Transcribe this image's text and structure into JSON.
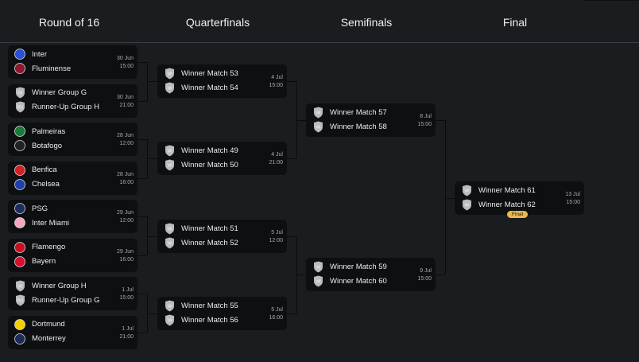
{
  "rounds": [
    "Round of 16",
    "Quarterfinals",
    "Semifinals",
    "Final"
  ],
  "colors": {
    "background": "#1a1d20",
    "card": "#0e0f11",
    "badge": "#e9b84a"
  },
  "round_of_16": [
    {
      "teams": [
        {
          "name": "Inter",
          "icon": "inter-crest-icon",
          "color": "#2b4fd6"
        },
        {
          "name": "Fluminense",
          "icon": "fluminense-crest-icon",
          "color": "#8a1a2e"
        }
      ],
      "date": "30 Jun",
      "time": "15:00"
    },
    {
      "teams": [
        {
          "name": "Winner Group G",
          "icon": "placeholder-shield-icon",
          "abbr": "WI"
        },
        {
          "name": "Runner-Up Group H",
          "icon": "placeholder-shield-icon",
          "abbr": "RU"
        }
      ],
      "date": "30 Jun",
      "time": "21:00"
    },
    {
      "teams": [
        {
          "name": "Palmeiras",
          "icon": "palmeiras-crest-icon",
          "color": "#1a7a3a"
        },
        {
          "name": "Botafogo",
          "icon": "botafogo-crest-icon",
          "color": "#222222"
        }
      ],
      "date": "28 Jun",
      "time": "12:00"
    },
    {
      "teams": [
        {
          "name": "Benfica",
          "icon": "benfica-crest-icon",
          "color": "#d0202a"
        },
        {
          "name": "Chelsea",
          "icon": "chelsea-crest-icon",
          "color": "#1e40a8"
        }
      ],
      "date": "28 Jun",
      "time": "16:00"
    },
    {
      "teams": [
        {
          "name": "PSG",
          "icon": "psg-crest-icon",
          "color": "#1c2d5e"
        },
        {
          "name": "Inter Miami",
          "icon": "inter-miami-crest-icon",
          "color": "#f3a8c0"
        }
      ],
      "date": "29 Jun",
      "time": "12:00"
    },
    {
      "teams": [
        {
          "name": "Flamengo",
          "icon": "flamengo-crest-icon",
          "color": "#c8101e"
        },
        {
          "name": "Bayern",
          "icon": "bayern-crest-icon",
          "color": "#d8102e"
        }
      ],
      "date": "29 Jun",
      "time": "16:00"
    },
    {
      "teams": [
        {
          "name": "Winner Group H",
          "icon": "placeholder-shield-icon",
          "abbr": "WI"
        },
        {
          "name": "Runner-Up Group G",
          "icon": "placeholder-shield-icon",
          "abbr": "RU"
        }
      ],
      "date": "1 Jul",
      "time": "15:00"
    },
    {
      "teams": [
        {
          "name": "Dortmund",
          "icon": "dortmund-crest-icon",
          "color": "#f5d000"
        },
        {
          "name": "Monterrey",
          "icon": "monterrey-crest-icon",
          "color": "#1e2c5a"
        }
      ],
      "date": "1 Jul",
      "time": "21:00"
    }
  ],
  "quarterfinals": [
    {
      "teams": [
        {
          "name": "Winner Match 53",
          "abbr": "WI"
        },
        {
          "name": "Winner Match 54",
          "abbr": "WI"
        }
      ],
      "date": "4 Jul",
      "time": "15:00"
    },
    {
      "teams": [
        {
          "name": "Winner Match 49",
          "abbr": "WI"
        },
        {
          "name": "Winner Match 50",
          "abbr": "WI"
        }
      ],
      "date": "4 Jul",
      "time": "21:00"
    },
    {
      "teams": [
        {
          "name": "Winner Match 51",
          "abbr": "WI"
        },
        {
          "name": "Winner Match 52",
          "abbr": "WI"
        }
      ],
      "date": "5 Jul",
      "time": "12:00"
    },
    {
      "teams": [
        {
          "name": "Winner Match 55",
          "abbr": "WI"
        },
        {
          "name": "Winner Match 56",
          "abbr": "WI"
        }
      ],
      "date": "5 Jul",
      "time": "16:00"
    }
  ],
  "semifinals": [
    {
      "teams": [
        {
          "name": "Winner Match 57",
          "abbr": "WI"
        },
        {
          "name": "Winner Match 58",
          "abbr": "WI"
        }
      ],
      "date": "8 Jul",
      "time": "15:00"
    },
    {
      "teams": [
        {
          "name": "Winner Match 59",
          "abbr": "WI"
        },
        {
          "name": "Winner Match 60",
          "abbr": "WI"
        }
      ],
      "date": "9 Jul",
      "time": "15:00"
    }
  ],
  "final": [
    {
      "teams": [
        {
          "name": "Winner Match 61",
          "abbr": "WI"
        },
        {
          "name": "Winner Match 62",
          "abbr": "WI"
        }
      ],
      "date": "13 Jul",
      "time": "15:00",
      "badge": "Final"
    }
  ]
}
